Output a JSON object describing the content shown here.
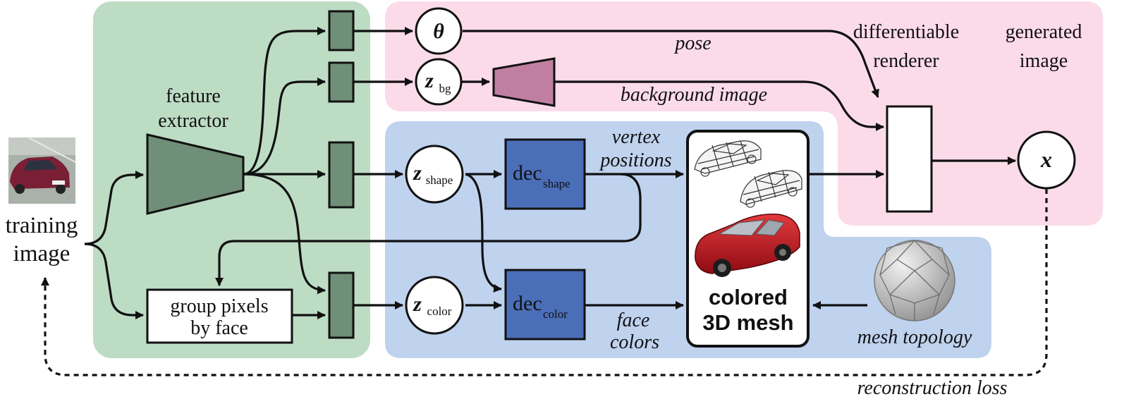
{
  "input": {
    "label_line1": "training",
    "label_line2": "image"
  },
  "feature_extractor": {
    "line1": "feature",
    "line2": "extractor"
  },
  "group_pixels": {
    "line1": "group pixels",
    "line2": "by face"
  },
  "latents": {
    "theta": "θ",
    "z": "z",
    "bg_sub": "bg",
    "shape_sub": "shape",
    "color_sub": "color"
  },
  "decoders": {
    "dec": "dec",
    "shape_sub": "shape",
    "color_sub": "color"
  },
  "edge_labels": {
    "pose": "pose",
    "background_image": "background image",
    "vertex_line1": "vertex",
    "vertex_line2": "positions",
    "face_line1": "face",
    "face_line2": "colors",
    "mesh_topology": "mesh topology",
    "reconstruction_loss": "reconstruction loss"
  },
  "mesh": {
    "line1": "colored",
    "line2": "3D mesh"
  },
  "renderer": {
    "line1": "differentiable",
    "line2": "renderer"
  },
  "output": {
    "line1": "generated",
    "line2": "image",
    "symbol": "x"
  },
  "colors": {
    "encoder_region": "#bddcc4",
    "pose_region": "#fcdbe9",
    "decoder_region": "#bfd2ee",
    "feature_box": "#6f8f78",
    "decoder_box": "#4b6eb8",
    "background_decoder": "#c07fa2",
    "car_red": "#c8141b"
  }
}
